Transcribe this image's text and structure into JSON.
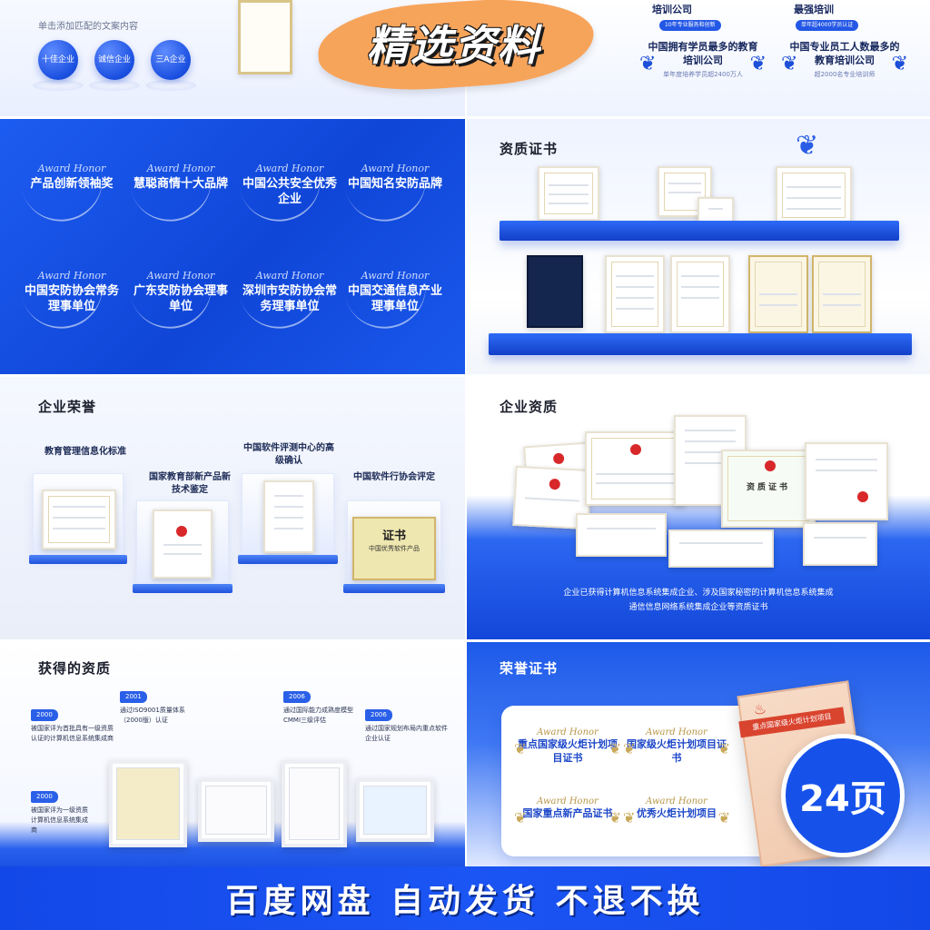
{
  "top_left": {
    "hint": "单击添加匹配的文案内容",
    "badges": [
      "十佳企业",
      "诚信企业",
      "三A企业"
    ]
  },
  "top_right": {
    "cut_left": "培训公司",
    "cut_right": "最强培训",
    "pill_left": "10年专业服务和创新",
    "pill_right": "单年超4000学员认证",
    "laurels": [
      {
        "title": "中国拥有学员最多的教育培训公司",
        "sub": "单年度培养学员超2400万人"
      },
      {
        "title": "中国专业员工人数最多的教育培训公司",
        "sub": "超2000名专业培训师"
      }
    ]
  },
  "awards": {
    "script": "Award Honor",
    "items": [
      "产品创新领袖奖",
      "慧聪商情十大品牌",
      "中国公共安全优秀企业",
      "中国知名安防品牌",
      "中国安防协会常务理事单位",
      "广东安防协会理事单位",
      "深圳市安防协会常务理事单位",
      "中国交通信息产业理事单位"
    ]
  },
  "qual_shelf": {
    "title": "资质证书"
  },
  "honor": {
    "title": "企业荣誉",
    "items": [
      "教育管理信息化标准",
      "国家教育部新产品新技术鉴定",
      "中国软件评测中心的高级确认",
      "中国软件行协会评定"
    ],
    "cert_text": "证书",
    "cert_sub": "中国优秀软件产品"
  },
  "qual_pile": {
    "title": "企业资质",
    "cert_label": "资质证书",
    "desc_line1": "企业已获得计算机信息系统集成企业、涉及国家秘密的计算机信息系统集成",
    "desc_line2": "通信信息网络系统集成企业等资质证书"
  },
  "obtained": {
    "title": "获得的资质",
    "items": [
      {
        "year": "2000",
        "text": "被国家评为首批具有一级资质认证的计算机信息系统集成商"
      },
      {
        "year": "2001",
        "text": "通过ISO9001质量体系（2000版）认证"
      },
      {
        "year": "2006",
        "text": "通过国际能力成熟度模型CMMI三级评估"
      },
      {
        "year": "2006",
        "text": "通过国家规划布局内重点软件企业认证"
      },
      {
        "year": "2000",
        "text": "被国家评为一级资质计算机信息系统集成商"
      }
    ]
  },
  "honor_cert": {
    "title": "荣誉证书",
    "script": "Award Honor",
    "items": [
      "重点国家级火炬计划项目证书",
      "国家级火炬计划项目证书",
      "国家重点新产品证书",
      "优秀火炬计划项目"
    ],
    "big_cert_ribbon": "重点国家级火炬计划项目"
  },
  "banner": {
    "text": "精选资料"
  },
  "pages": {
    "text": "24页"
  },
  "bottom": {
    "text": "百度网盘 自动发货 不退不换"
  },
  "colors": {
    "primary_blue": "#1652ea",
    "banner_orange": "#f7a45b",
    "gold": "#c9a95a"
  }
}
